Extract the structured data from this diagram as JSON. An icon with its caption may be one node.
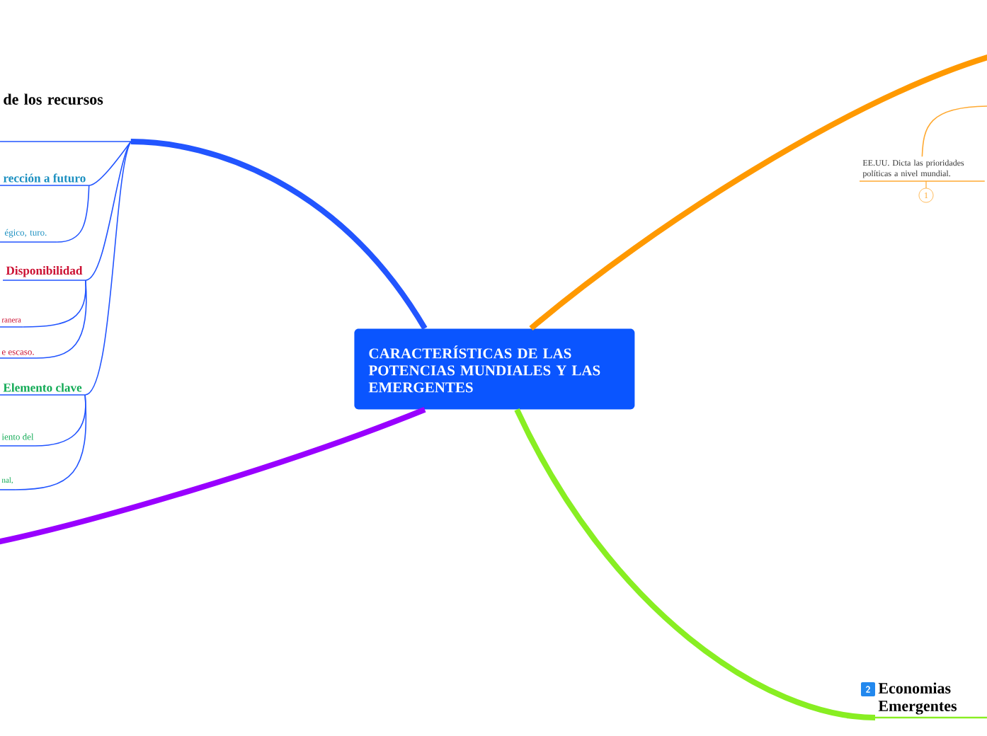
{
  "diagram": {
    "nodes": [
      {
        "text": [
          "CARACTERÍSTICAS DE LAS POTENCIAS MUNDIALES Y LAS EMERGENTES"
        ]
      },
      {
        "text": [
          "de los recursos"
        ]
      },
      {
        "text": [
          "rección a futuro"
        ]
      },
      {
        "text": [
          "égico, turo."
        ]
      },
      {
        "text": [
          "Disponibilidad"
        ]
      },
      {
        "text": [
          "ranera"
        ]
      },
      {
        "text": [
          "e escaso."
        ]
      },
      {
        "text": [
          "Elemento clave"
        ]
      },
      {
        "text": [
          "iento del"
        ]
      },
      {
        "text": [
          "nal,"
        ]
      },
      {
        "text": [
          "EE.UU. Dicta las prioridades políticas a nivel mundial."
        ]
      },
      {
        "text": [
          "Economias Emergentes"
        ]
      }
    ],
    "edges": [
      {
        "from": 0,
        "to": 1,
        "arrow": "none",
        "style": "thick"
      },
      {
        "from": 1,
        "to": 2,
        "arrow": "none"
      },
      {
        "from": 2,
        "to": 3,
        "arrow": "none"
      },
      {
        "from": 1,
        "to": 4,
        "arrow": "none"
      },
      {
        "from": 4,
        "to": 5,
        "arrow": "none"
      },
      {
        "from": 4,
        "to": 6,
        "arrow": "none"
      },
      {
        "from": 1,
        "to": 7,
        "arrow": "none"
      },
      {
        "from": 7,
        "to": 8,
        "arrow": "none"
      },
      {
        "from": 7,
        "to": 9,
        "arrow": "none"
      },
      {
        "from": 0,
        "to": null,
        "arrow": "none",
        "style": "thick",
        "color": "#9900ff"
      },
      {
        "from": 0,
        "to": null,
        "arrow": "none",
        "style": "thick",
        "color": "#ff9900"
      },
      {
        "from": null,
        "to": 10,
        "arrow": "none",
        "color": "#ffaa33"
      },
      {
        "from": 0,
        "to": 11,
        "arrow": "none",
        "style": "thick",
        "color": "#88ee22"
      }
    ],
    "labels": [
      "1",
      "2"
    ]
  }
}
